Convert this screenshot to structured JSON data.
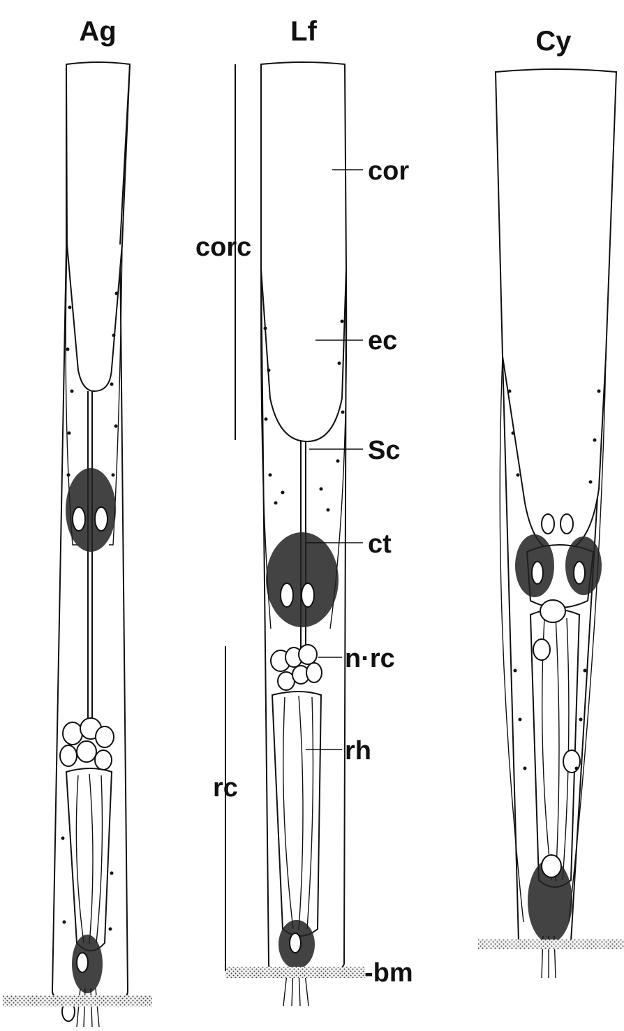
{
  "columns": [
    {
      "key": "ag",
      "title": "Ag"
    },
    {
      "key": "lf",
      "title": "Lf"
    },
    {
      "key": "cy",
      "title": "Cy"
    }
  ],
  "labels": {
    "cor": "cor",
    "corc": "corc",
    "ec": "ec",
    "sc": "Sc",
    "ct": "ct",
    "nrc": "n·rc",
    "rh": "rh",
    "rc": "rc",
    "bm": "-bm"
  },
  "colors": {
    "ink": "#111111",
    "paper": "#ffffff",
    "membrane": "#d8d8d8"
  }
}
